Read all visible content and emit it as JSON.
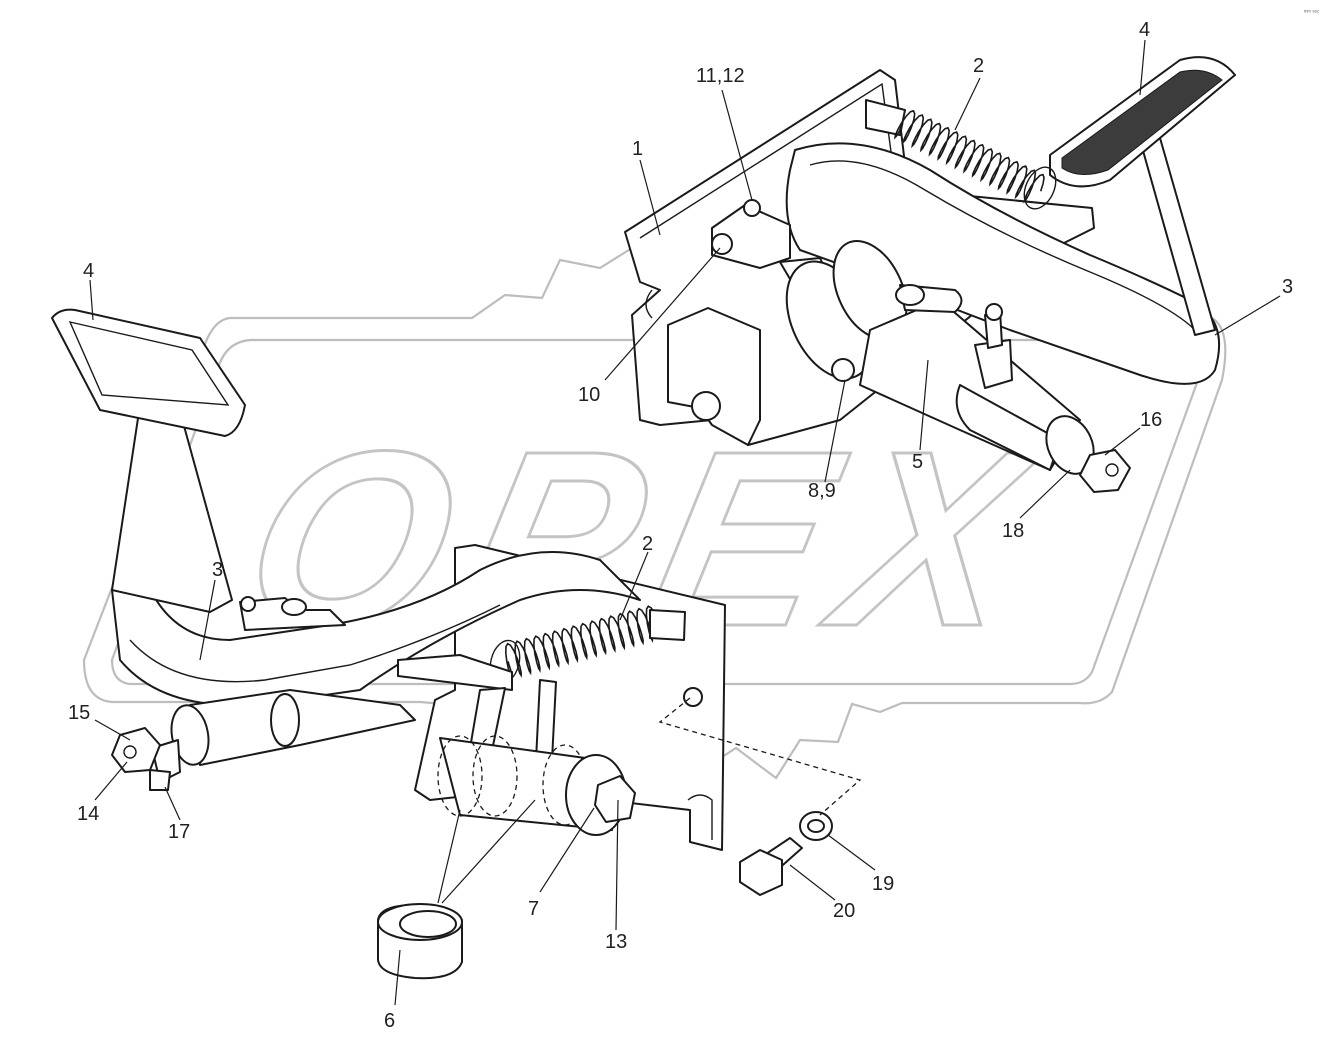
{
  "diagram": {
    "corner_code": "ᵐᵐ ˢᵒᶻ",
    "watermark": {
      "text": "OPEX",
      "style": "outlined-italic-letters-inside-gear-badge"
    },
    "callouts": [
      {
        "id": "c1",
        "label": "1"
      },
      {
        "id": "c2a",
        "label": "2"
      },
      {
        "id": "c2b",
        "label": "2"
      },
      {
        "id": "c3a",
        "label": "3"
      },
      {
        "id": "c3b",
        "label": "3"
      },
      {
        "id": "c4a",
        "label": "4"
      },
      {
        "id": "c4b",
        "label": "4"
      },
      {
        "id": "c5",
        "label": "5"
      },
      {
        "id": "c6",
        "label": "6"
      },
      {
        "id": "c7",
        "label": "7"
      },
      {
        "id": "c89",
        "label": "8,9"
      },
      {
        "id": "c10",
        "label": "10"
      },
      {
        "id": "c1112",
        "label": "11,12"
      },
      {
        "id": "c13",
        "label": "13"
      },
      {
        "id": "c14",
        "label": "14"
      },
      {
        "id": "c15",
        "label": "15"
      },
      {
        "id": "c16",
        "label": "16"
      },
      {
        "id": "c17",
        "label": "17"
      },
      {
        "id": "c18",
        "label": "18"
      },
      {
        "id": "c19",
        "label": "19"
      },
      {
        "id": "c20",
        "label": "20"
      }
    ]
  }
}
